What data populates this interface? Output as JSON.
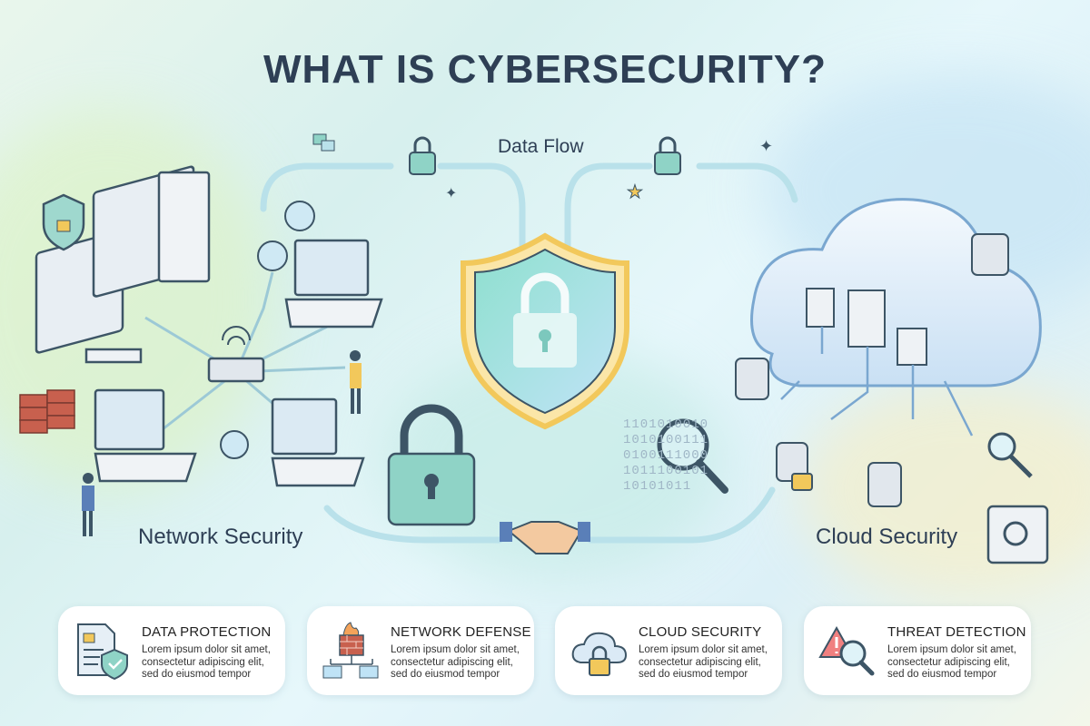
{
  "title": "WHAT IS CYBERSECURITY?",
  "labels": {
    "data_flow": "Data Flow",
    "network_security": "Network Security",
    "cloud_security": "Cloud Security"
  },
  "binary_rows": [
    "1101010010",
    "1010100111",
    "0100111000",
    "1011100101",
    "10101011"
  ],
  "cards": [
    {
      "title": "DATA PROTECTION",
      "text": "Lorem ipsum dolor sit amet, consectetur adipiscing elit, sed do eiusmod tempor",
      "icon": "document-shield-icon"
    },
    {
      "title": "NETWORK DEFENSE",
      "text": "Lorem ipsum dolor sit amet, consectetur adipiscing elit, sed do eiusmod tempor",
      "icon": "firewall-icon"
    },
    {
      "title": "CLOUD SECURITY",
      "text": "Lorem ipsum dolor sit amet, consectetur adipiscing elit, sed do eiusmod tempor",
      "icon": "cloud-lock-icon"
    },
    {
      "title": "THREAT DETECTION",
      "text": "Lorem ipsum dolor sit amet, consectetur adipiscing elit, sed do eiusmod tempor",
      "icon": "warning-magnifier-icon"
    }
  ],
  "colors": {
    "title": "#2e3f55",
    "accent": "#5cc6c0",
    "lock": "#f2c85b",
    "brick": "#c8604e"
  }
}
